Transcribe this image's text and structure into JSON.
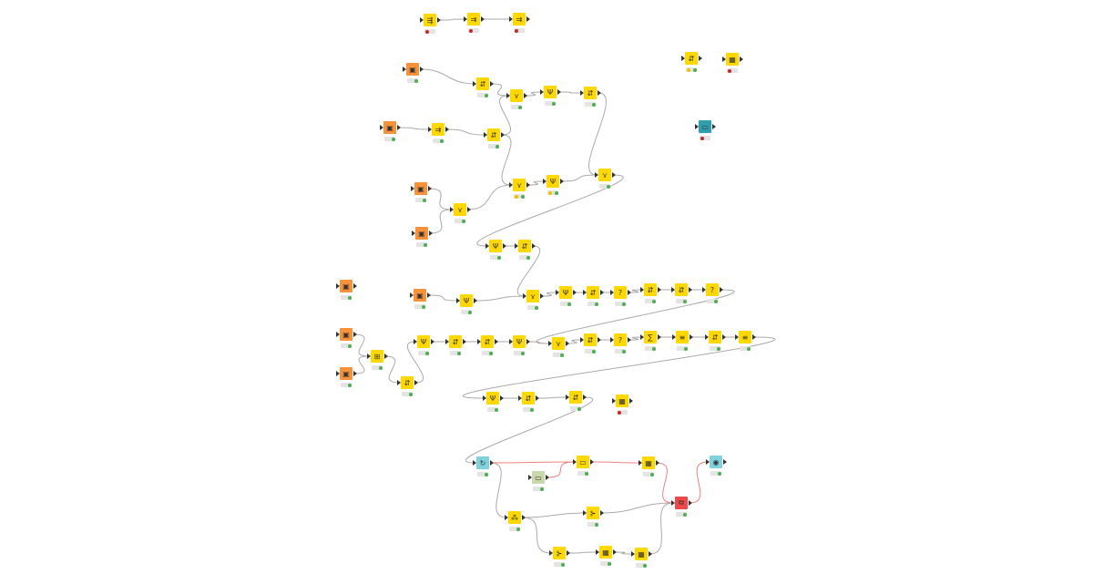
{
  "colors": {
    "yellow": "#ffd800",
    "orange": "#f7923a",
    "teal": "#2f9fb0",
    "lightblue": "#80d2df",
    "sage": "#cbd7ad",
    "red": "#f04848",
    "ok": "#4caf50",
    "error": "#c62828",
    "warn": "#f0c000",
    "edge": "#aaaaaa",
    "flowvar": "#f28080"
  },
  "nodes": [
    {
      "color": "yellow",
      "status": "error",
      "icon": "row-filter-icon"
    },
    {
      "color": "yellow",
      "status": "error",
      "icon": "column-filter-icon"
    },
    {
      "color": "yellow",
      "status": "error",
      "icon": "column-filter-icon"
    },
    {
      "color": "orange",
      "status": "ok",
      "icon": "db-reader-icon"
    },
    {
      "color": "yellow",
      "status": "ok",
      "icon": "transform-icon"
    },
    {
      "color": "yellow",
      "status": "ok",
      "icon": "joiner-icon"
    },
    {
      "color": "yellow",
      "status": "ok",
      "icon": "groupby-icon"
    },
    {
      "color": "yellow",
      "status": "ok",
      "icon": "transform-icon"
    },
    {
      "color": "orange",
      "status": "ok",
      "icon": "db-reader-icon"
    },
    {
      "color": "yellow",
      "status": "ok",
      "icon": "column-filter-icon"
    },
    {
      "color": "yellow",
      "status": "ok",
      "icon": "transform-icon"
    },
    {
      "color": "yellow",
      "status": "warn",
      "icon": "transform-icon"
    },
    {
      "color": "yellow",
      "status": "error",
      "icon": "table-icon"
    },
    {
      "color": "teal",
      "status": "error",
      "icon": "output-icon"
    },
    {
      "color": "yellow",
      "status": "warn",
      "icon": "joiner-icon"
    },
    {
      "color": "yellow",
      "status": "warn",
      "icon": "groupby-icon"
    },
    {
      "color": "yellow",
      "status": "ok",
      "icon": "joiner-icon"
    },
    {
      "color": "orange",
      "status": "ok",
      "icon": "db-reader-icon"
    },
    {
      "color": "yellow",
      "status": "ok",
      "icon": "joiner-icon"
    },
    {
      "color": "orange",
      "status": "ok",
      "icon": "db-reader-icon"
    },
    {
      "color": "yellow",
      "status": "ok",
      "icon": "groupby-icon"
    },
    {
      "color": "yellow",
      "status": "ok",
      "icon": "transform-icon"
    },
    {
      "color": "orange",
      "status": "ok",
      "icon": "db-reader-icon"
    },
    {
      "color": "orange",
      "status": "ok",
      "icon": "db-reader-icon"
    },
    {
      "color": "yellow",
      "status": "ok",
      "icon": "groupby-icon"
    },
    {
      "color": "yellow",
      "status": "ok",
      "icon": "joiner-icon"
    },
    {
      "color": "yellow",
      "status": "ok",
      "icon": "groupby-icon"
    },
    {
      "color": "yellow",
      "status": "ok",
      "icon": "transform-icon"
    },
    {
      "color": "yellow",
      "status": "ok",
      "icon": "rule-icon"
    },
    {
      "color": "yellow",
      "status": "ok",
      "icon": "transform-icon"
    },
    {
      "color": "yellow",
      "status": "ok",
      "icon": "transform-icon"
    },
    {
      "color": "yellow",
      "status": "ok",
      "icon": "rule-icon"
    },
    {
      "color": "orange",
      "status": "ok",
      "icon": "db-reader-icon"
    },
    {
      "color": "yellow",
      "status": "ok",
      "icon": "concatenate-icon"
    },
    {
      "color": "orange",
      "status": "ok",
      "icon": "db-reader-icon"
    },
    {
      "color": "yellow",
      "status": "ok",
      "icon": "transform-icon"
    },
    {
      "color": "yellow",
      "status": "ok",
      "icon": "groupby-icon"
    },
    {
      "color": "yellow",
      "status": "ok",
      "icon": "transform-icon"
    },
    {
      "color": "yellow",
      "status": "ok",
      "icon": "transform-icon"
    },
    {
      "color": "yellow",
      "status": "ok",
      "icon": "groupby-icon"
    },
    {
      "color": "yellow",
      "status": "ok",
      "icon": "joiner-icon"
    },
    {
      "color": "yellow",
      "status": "ok",
      "icon": "transform-icon"
    },
    {
      "color": "yellow",
      "status": "ok",
      "icon": "rule-icon"
    },
    {
      "color": "yellow",
      "status": "ok",
      "icon": "math-icon"
    },
    {
      "color": "yellow",
      "status": "ok",
      "icon": "sort-icon"
    },
    {
      "color": "yellow",
      "status": "ok",
      "icon": "transform-icon"
    },
    {
      "color": "yellow",
      "status": "ok",
      "icon": "sort-icon"
    },
    {
      "color": "yellow",
      "status": "ok",
      "icon": "groupby-icon"
    },
    {
      "color": "yellow",
      "status": "ok",
      "icon": "transform-icon"
    },
    {
      "color": "yellow",
      "status": "ok",
      "icon": "transform-icon"
    },
    {
      "color": "yellow",
      "status": "error",
      "icon": "table-icon"
    },
    {
      "color": "lightblue",
      "status": "ok",
      "icon": "loop-start-icon"
    },
    {
      "color": "sage",
      "status": "ok",
      "icon": "variable-icon"
    },
    {
      "color": "yellow",
      "status": "ok",
      "icon": "variable-icon"
    },
    {
      "color": "yellow",
      "status": "ok",
      "icon": "table-icon"
    },
    {
      "color": "lightblue",
      "status": "ok",
      "icon": "loop-end-icon"
    },
    {
      "color": "yellow",
      "status": "ok",
      "icon": "partition-icon"
    },
    {
      "color": "yellow",
      "status": "ok",
      "icon": "splitter-icon"
    },
    {
      "color": "red",
      "status": "ok",
      "icon": "scorer-icon"
    },
    {
      "color": "yellow",
      "status": "ok",
      "icon": "splitter-icon"
    },
    {
      "color": "yellow",
      "status": "ok",
      "icon": "table-icon"
    },
    {
      "color": "yellow",
      "status": "ok",
      "icon": "table-icon"
    }
  ]
}
